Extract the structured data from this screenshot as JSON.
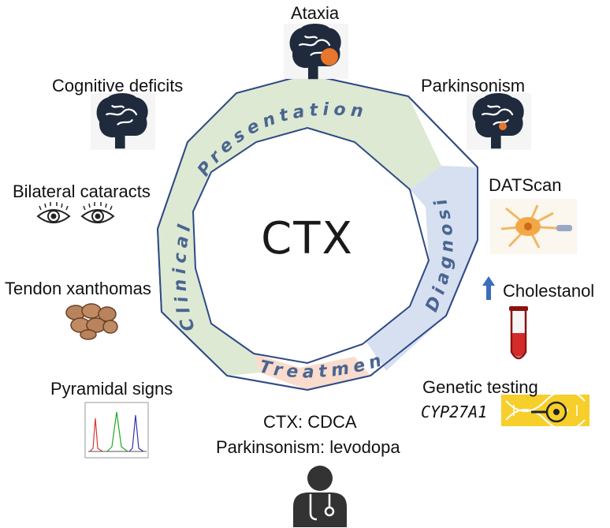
{
  "center": {
    "title": "CTX"
  },
  "ring": {
    "presentation_word1": "Clinical",
    "presentation_word2": "Presentation",
    "diagnosis": "Diagnosis",
    "treatment": "Treatment",
    "colors": {
      "presentation": "#dde9d2",
      "diagnosis": "#d6e0f1",
      "treatment": "#f9dccd",
      "outline": "#2f4a86"
    }
  },
  "left_items": {
    "cognitive": "Cognitive deficits",
    "cataracts": "Bilateral cataracts",
    "xanthomas": "Tendon xanthomas",
    "pyramidal": "Pyramidal signs"
  },
  "top_items": {
    "ataxia": "Ataxia",
    "parkinsonism": "Parkinsonism"
  },
  "right_items": {
    "datscan": "DATScan",
    "cholestanol": "Cholestanol",
    "genetic": "Genetic testing",
    "gene": "CYP27A1"
  },
  "treatment_items": {
    "ctx": "CTX: CDCA",
    "parkinsonism": "Parkinsonism: levodopa"
  },
  "icons": [
    "brain-icon",
    "eye-icon",
    "xanthoma-icon",
    "histogram-icon",
    "neuron-icon",
    "up-arrow-icon",
    "test-tube-icon",
    "dna-icon",
    "doctor-icon"
  ]
}
